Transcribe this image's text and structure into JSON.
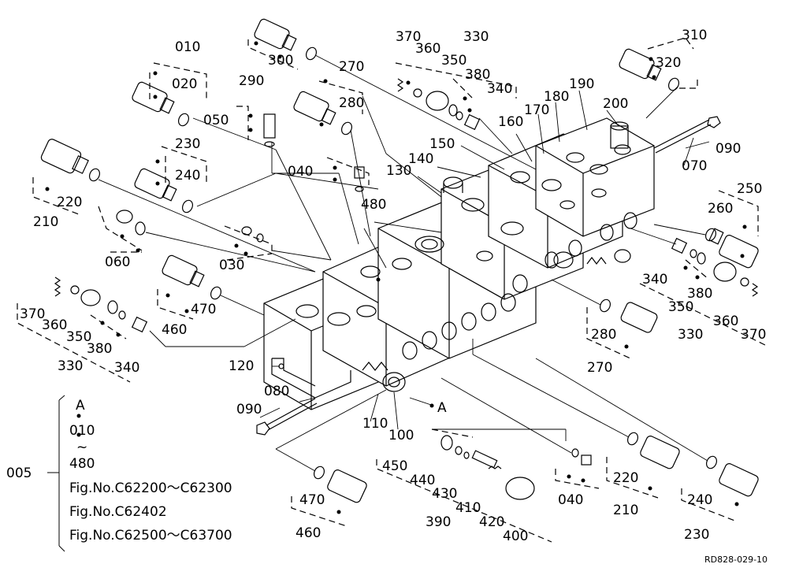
{
  "drawing_code": "RD828-029-10",
  "callouts": {
    "c010": "010",
    "c020": "020",
    "c030": "030",
    "c040a": "040",
    "c040b": "040",
    "c050": "050",
    "c060": "060",
    "c070": "070",
    "c080": "080",
    "c090a": "090",
    "c090b": "090",
    "c100": "100",
    "c110": "110",
    "c120": "120",
    "c130": "130",
    "c140": "140",
    "c150": "150",
    "c160": "160",
    "c170": "170",
    "c180": "180",
    "c190": "190",
    "c200": "200",
    "c210a": "210",
    "c210b": "210",
    "c220a": "220",
    "c220b": "220",
    "c230a": "230",
    "c230b": "230",
    "c240a": "240",
    "c240b": "240",
    "c250": "250",
    "c260": "260",
    "c270a": "270",
    "c270b": "270",
    "c280a": "280",
    "c280b": "280",
    "c290": "290",
    "c300": "300",
    "c310": "310",
    "c320": "320",
    "c330a": "330",
    "c330b": "330",
    "c330c": "330",
    "c340a": "340",
    "c340b": "340",
    "c340c": "340",
    "c350a": "350",
    "c350b": "350",
    "c350c": "350",
    "c360a": "360",
    "c360b": "360",
    "c360c": "360",
    "c370a": "370",
    "c370b": "370",
    "c370c": "370",
    "c380a": "380",
    "c380b": "380",
    "c380c": "380",
    "c390": "390",
    "c400": "400",
    "c410": "410",
    "c420": "420",
    "c430": "430",
    "c440": "440",
    "c450": "450",
    "c460a": "460",
    "c460b": "460",
    "c470a": "470",
    "c470b": "470",
    "c480": "480",
    "markA": "A"
  },
  "legend": {
    "assembly": "005",
    "ref_start_letter": "A",
    "range_from": "010",
    "range_sep": "~",
    "range_to": "480",
    "fig_lines": [
      "Fig.No.C62200～C62300",
      "Fig.No.C62402",
      "Fig.No.C62500～C63700"
    ]
  }
}
